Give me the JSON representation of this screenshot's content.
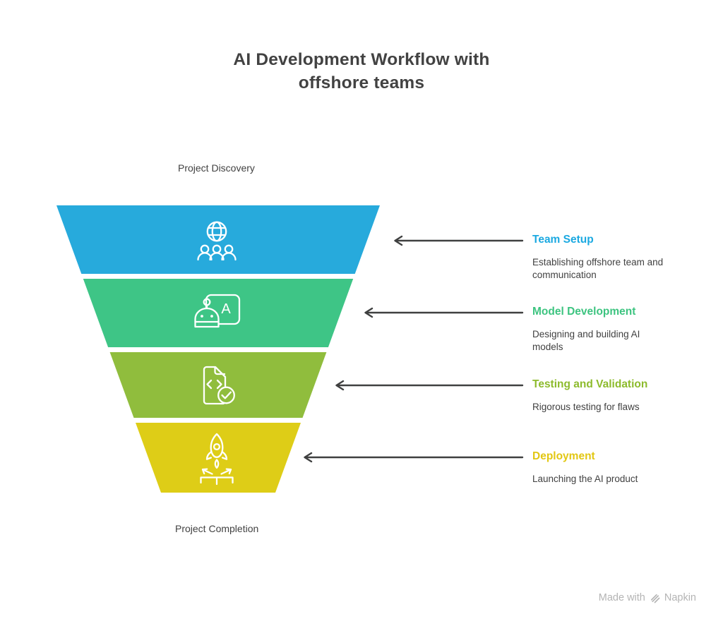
{
  "title": "AI Development Workflow with\noffshore teams",
  "funnel": {
    "top_label": "Project Discovery",
    "bottom_label": "Project Completion"
  },
  "stages": [
    {
      "title": "Team Setup",
      "description": "Establishing offshore team and\ncommunication",
      "fill": "#27AADC",
      "text_color": "#1BA9E1",
      "icon": "globe-team-icon"
    },
    {
      "title": "Model Development",
      "description": "Designing and building AI\nmodels",
      "fill": "#3EC586",
      "text_color": "#3DC480",
      "icon": "ai-training-board-icon",
      "icon_letter": "A"
    },
    {
      "title": "Testing and Validation",
      "description": "Rigorous testing for flaws",
      "fill": "#90BD3D",
      "text_color": "#8DBB2D",
      "icon": "code-file-check-icon"
    },
    {
      "title": "Deployment",
      "description": "Launching the AI product",
      "fill": "#DECD17",
      "text_color": "#E2C713",
      "icon": "rocket-launch-icon"
    }
  ],
  "colors": {
    "title_text": "#424242",
    "body_text": "#414141",
    "arrow": "#3F4040",
    "icon_stroke": "#FFFFFF",
    "footer_text": "#B4B4B4"
  },
  "footer": {
    "made_with": "Made with",
    "brand": "Napkin"
  }
}
